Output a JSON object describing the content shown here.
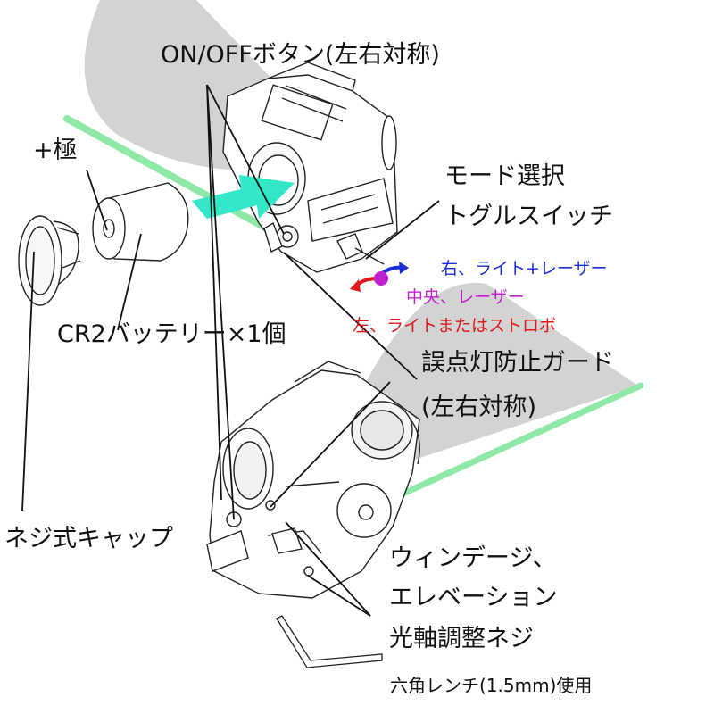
{
  "labels": {
    "onoff": "ON/OFFボタン(左右対称)",
    "plus": "+極",
    "mode_line1": "モード選択",
    "mode_line2": "トグルスイッチ",
    "mode_right": "右、ライト+レーザー",
    "mode_center": "中央、レーザー",
    "mode_left": "左、ライトまたはストロボ",
    "battery": "CR2バッテリー×1個",
    "guard_line1": "誤点灯防止ガード",
    "guard_line2": "(左右対称)",
    "cap": "ネジ式キャップ",
    "adjust_line1": "ウィンデージ、",
    "adjust_line2": "エレベーション",
    "adjust_line3": "光軸調整ネジ",
    "wrench": "六角レンチ(1.5mm)使用"
  },
  "colors": {
    "right": "#1a2fd6",
    "center": "#c21fd0",
    "left": "#e01818",
    "laser": "#8ee8a6",
    "arrow": "#33e8c8",
    "beam": "#d3d3d3",
    "line": "#222222"
  }
}
